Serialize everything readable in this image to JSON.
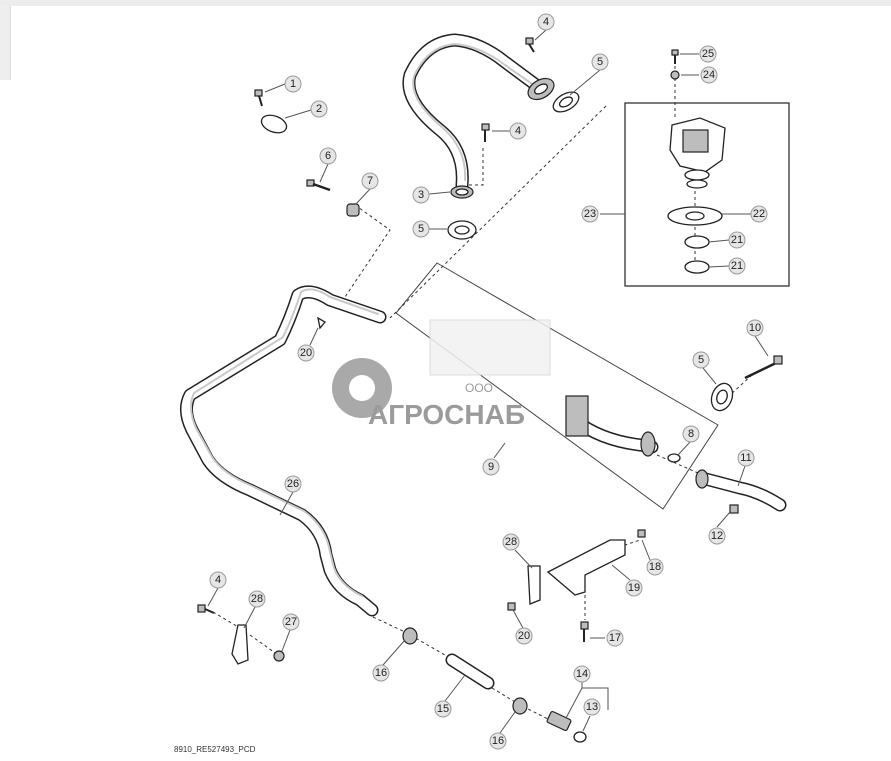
{
  "caption": "8910_RE527493_PCD",
  "watermark": {
    "prefix": "ООО",
    "name": "АГРОСНАБ"
  },
  "callouts": [
    {
      "id": "c1",
      "label": "1"
    },
    {
      "id": "c2",
      "label": "2"
    },
    {
      "id": "c3",
      "label": "3"
    },
    {
      "id": "c4a",
      "label": "4"
    },
    {
      "id": "c4b",
      "label": "4"
    },
    {
      "id": "c4c",
      "label": "4"
    },
    {
      "id": "c5a",
      "label": "5"
    },
    {
      "id": "c5b",
      "label": "5"
    },
    {
      "id": "c5c",
      "label": "5"
    },
    {
      "id": "c6",
      "label": "6"
    },
    {
      "id": "c7",
      "label": "7"
    },
    {
      "id": "c8",
      "label": "8"
    },
    {
      "id": "c9",
      "label": "9"
    },
    {
      "id": "c10",
      "label": "10"
    },
    {
      "id": "c11",
      "label": "11"
    },
    {
      "id": "c12",
      "label": "12"
    },
    {
      "id": "c13",
      "label": "13"
    },
    {
      "id": "c14",
      "label": "14"
    },
    {
      "id": "c15",
      "label": "15"
    },
    {
      "id": "c16a",
      "label": "16"
    },
    {
      "id": "c16b",
      "label": "16"
    },
    {
      "id": "c17",
      "label": "17"
    },
    {
      "id": "c18",
      "label": "18"
    },
    {
      "id": "c19",
      "label": "19"
    },
    {
      "id": "c20a",
      "label": "20"
    },
    {
      "id": "c20b",
      "label": "20"
    },
    {
      "id": "c21a",
      "label": "21"
    },
    {
      "id": "c21b",
      "label": "21"
    },
    {
      "id": "c22",
      "label": "22"
    },
    {
      "id": "c23",
      "label": "23"
    },
    {
      "id": "c24",
      "label": "24"
    },
    {
      "id": "c25",
      "label": "25"
    },
    {
      "id": "c26",
      "label": "26"
    },
    {
      "id": "c27",
      "label": "27"
    },
    {
      "id": "c28a",
      "label": "28"
    },
    {
      "id": "c28b",
      "label": "28"
    }
  ]
}
